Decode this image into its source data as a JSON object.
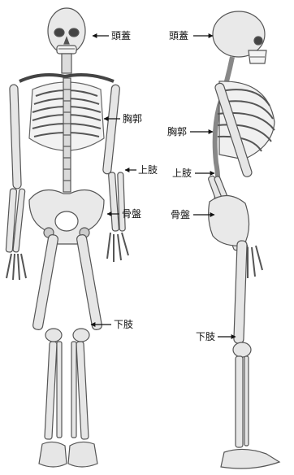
{
  "front_view": {
    "labels": {
      "skull": "頭蓋",
      "thorax": "胸郭",
      "upper_limb": "上肢",
      "pelvis": "骨盤",
      "lower_limb": "下肢"
    }
  },
  "side_view": {
    "labels": {
      "skull": "頭蓋",
      "thorax": "胸郭",
      "upper_limb": "上肢",
      "pelvis": "骨盤",
      "lower_limb": "下肢"
    }
  }
}
